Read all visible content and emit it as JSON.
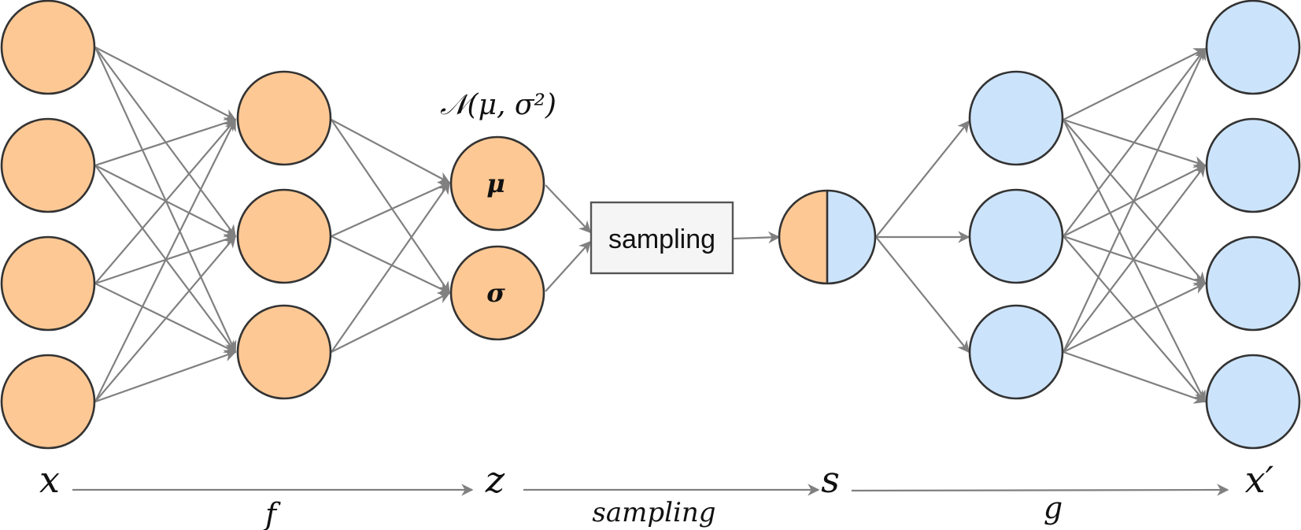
{
  "diagram": {
    "distribution_label": "𝒩(μ, σ²)",
    "mu_label": "μ",
    "sigma_label": "σ",
    "sampling_box_label": "sampling",
    "stage_labels": {
      "x": "x",
      "z": "z",
      "s": "s",
      "x_prime": "x′"
    },
    "arrow_labels": {
      "f": "f",
      "sampling": "sampling",
      "g": "g"
    },
    "colors": {
      "encoder": "#fdc894",
      "decoder": "#cce4fb",
      "edge": "#808080",
      "box_fill": "#f5f5f5"
    }
  }
}
